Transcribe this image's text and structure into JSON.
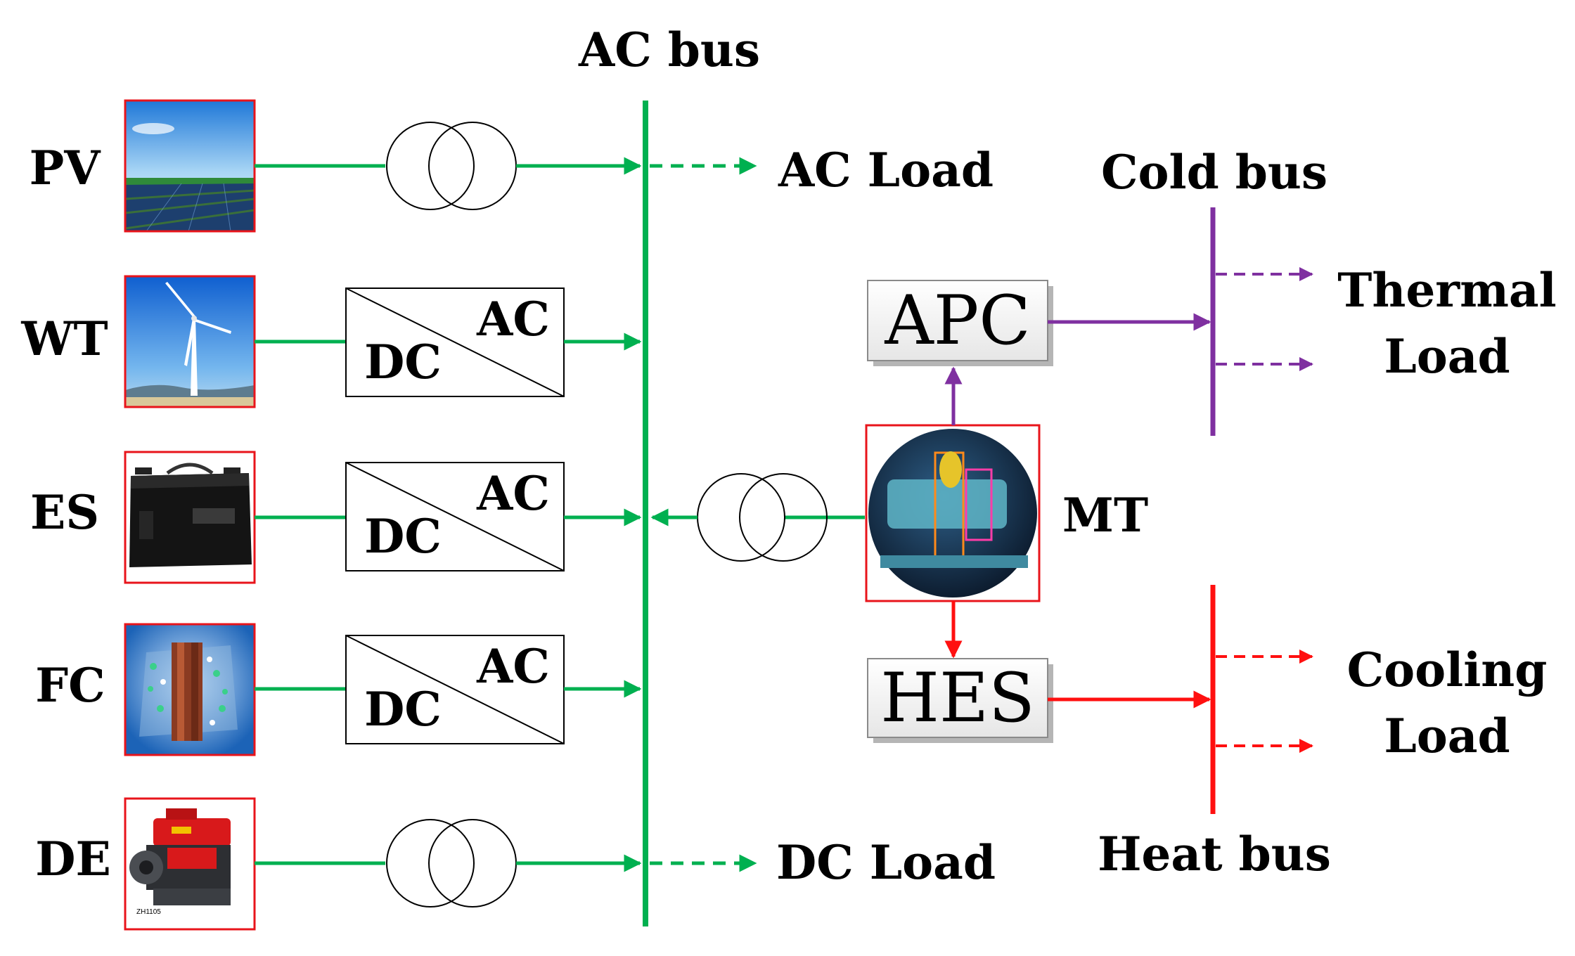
{
  "buses": {
    "ac": "AC bus",
    "cold": "Cold bus",
    "heat": "Heat bus"
  },
  "sources": [
    {
      "label": "PV",
      "picture": "solar-panel-field-photo",
      "converter": "transformer"
    },
    {
      "label": "WT",
      "picture": "wind-turbine-photo",
      "converter": "dc-ac"
    },
    {
      "label": "ES",
      "picture": "battery-photo",
      "converter": "dc-ac"
    },
    {
      "label": "FC",
      "picture": "fuel-cell-photo",
      "converter": "dc-ac"
    },
    {
      "label": "DE",
      "picture": "diesel-engine-photo",
      "converter": "transformer",
      "picture_caption": "ZH1105"
    }
  ],
  "converter_text": {
    "dc": "DC",
    "ac": "AC"
  },
  "loads": {
    "ac": "AC Load",
    "dc": "DC Load",
    "thermal": [
      "Thermal",
      "Load"
    ],
    "cooling": [
      "Cooling",
      "Load"
    ]
  },
  "equipment": {
    "apc": "APC",
    "hes": "HES",
    "mt": "MT",
    "mt_picture": "micro-turbine-cutaway-photo"
  },
  "colors": {
    "ac_line": "#00b050",
    "cold_line": "#7f30a0",
    "heat_line": "#ff1010",
    "frame": "#e8141b"
  }
}
